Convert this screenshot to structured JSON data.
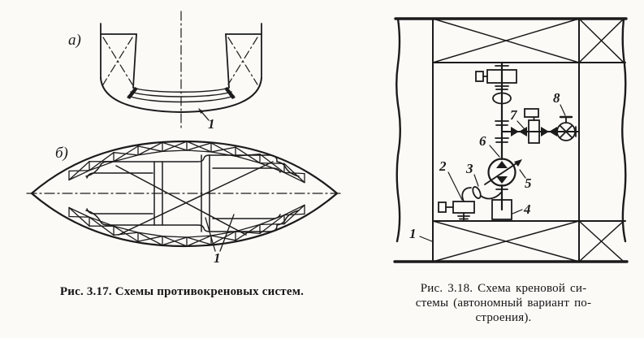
{
  "page": {
    "background": "#fbfaf7",
    "ink": "#1b1b1b"
  },
  "figure_317": {
    "sublabels": {
      "a": "а)",
      "b": "б)"
    },
    "callouts": {
      "section_duct": "1",
      "plan_tanks": "1"
    },
    "caption": "Рис. 3.17. Схемы противокреновых систем."
  },
  "figure_318": {
    "callouts": [
      "1",
      "2",
      "3",
      "4",
      "5",
      "6",
      "7",
      "8"
    ],
    "caption_lines": [
      "Рис. 3.18. Схема креновой си-",
      "стемы (автономный вариант по-",
      "строения)."
    ]
  }
}
